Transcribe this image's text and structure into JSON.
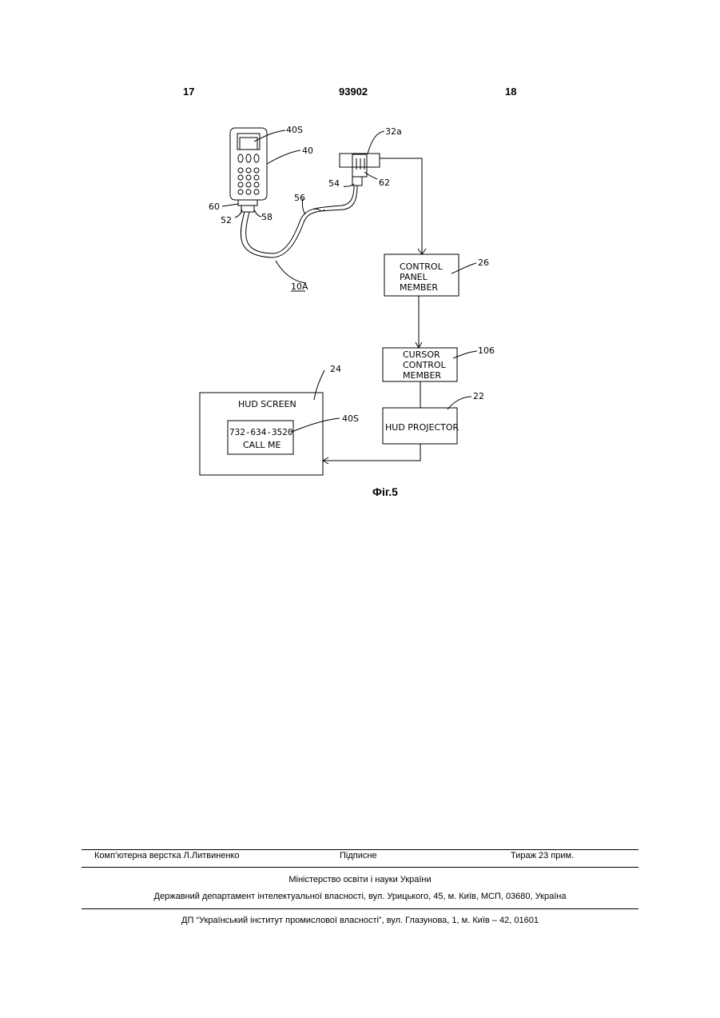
{
  "header": {
    "col_left": "17",
    "patent_no": "93902",
    "col_right": "18"
  },
  "figure": {
    "caption": "Фіг.5",
    "refs": {
      "r40s_top": "40S",
      "r40": "40",
      "r32a": "32a",
      "r62": "62",
      "r54": "54",
      "r56": "56",
      "r60": "60",
      "r52": "52",
      "r58": "58",
      "r10a": "10A",
      "r26": "26",
      "r106": "106",
      "r24": "24",
      "r22": "22",
      "r40s_hud": "40S"
    },
    "boxes": {
      "control_panel": [
        "CONTROL",
        "PANEL",
        "MEMBER"
      ],
      "cursor_control": [
        "CURSOR",
        "CONTROL",
        "MEMBER"
      ],
      "hud_projector": "HUD PROJECTOR",
      "hud_screen": "HUD SCREEN",
      "message_phone": "732-634-3520",
      "message_text": "CALL ME"
    }
  },
  "footer": {
    "layout": "Комп’ютерна верстка Л.Литвиненко",
    "signed": "Підписне",
    "circulation": "Тираж 23 прим.",
    "ministry": "Міністерство освіти і науки України",
    "department": "Державний департамент інтелектуальної власності, вул. Урицького, 45, м. Київ, МСП, 03680, Україна",
    "institute": "ДП “Український інститут промислової власності”, вул. Глазунова, 1, м. Київ – 42, 01601"
  }
}
